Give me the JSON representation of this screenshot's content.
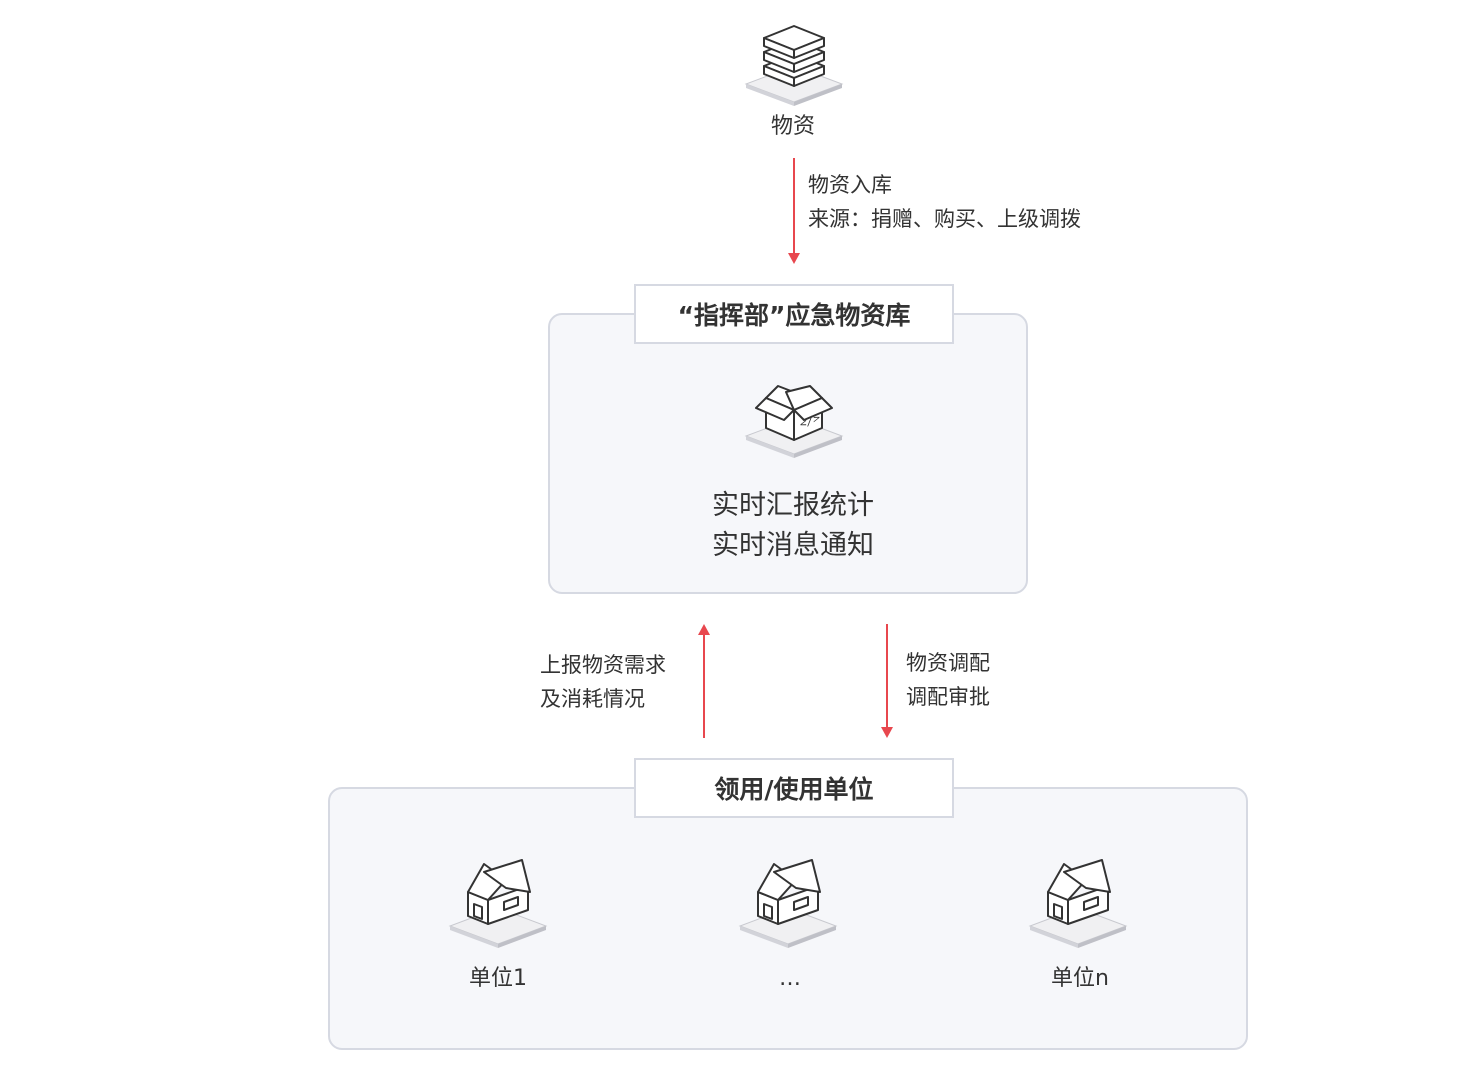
{
  "source": {
    "label": "物资",
    "icon": "server-stack-icon"
  },
  "inbound": {
    "line1": "物资入库",
    "line2": "来源：捐赠、购买、上级调拨"
  },
  "warehouse": {
    "title": "“指挥部”应急物资库",
    "icon": "open-box-code-icon",
    "line1": "实时汇报统计",
    "line2": "实时消息通知"
  },
  "report_up": {
    "line1": "上报物资需求",
    "line2": "及消耗情况"
  },
  "dispatch_down": {
    "line1": "物资调配",
    "line2": "调配审批"
  },
  "units": {
    "title": "领用/使用单位",
    "items": [
      {
        "label": "单位1",
        "icon": "house-icon"
      },
      {
        "label": "…",
        "icon": "house-icon"
      },
      {
        "label": "单位n",
        "icon": "house-icon"
      }
    ]
  },
  "colors": {
    "arrow": "#e8474e",
    "panel_bg": "#f6f7fa",
    "panel_border": "#d6d9e2"
  }
}
